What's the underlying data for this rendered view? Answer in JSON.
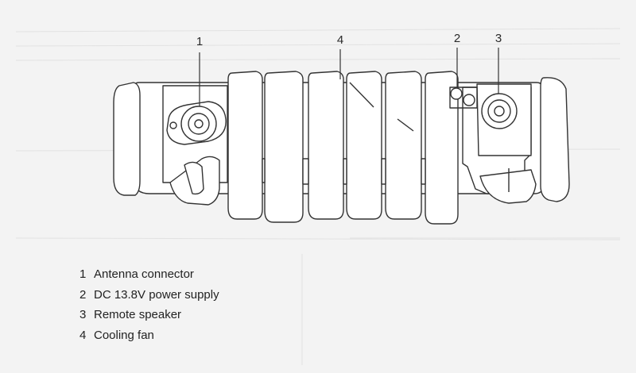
{
  "callouts": [
    {
      "number": "1"
    },
    {
      "number": "4"
    },
    {
      "number": "2"
    },
    {
      "number": "3"
    }
  ],
  "legend": [
    {
      "number": "1",
      "label": "Antenna connector"
    },
    {
      "number": "2",
      "label": "DC 13.8V power supply"
    },
    {
      "number": "3",
      "label": "Remote speaker"
    },
    {
      "number": "4",
      "label": "Cooling fan"
    }
  ],
  "colors": {
    "background": "#f3f3f3",
    "line": "#333333",
    "fill": "#ffffff"
  }
}
